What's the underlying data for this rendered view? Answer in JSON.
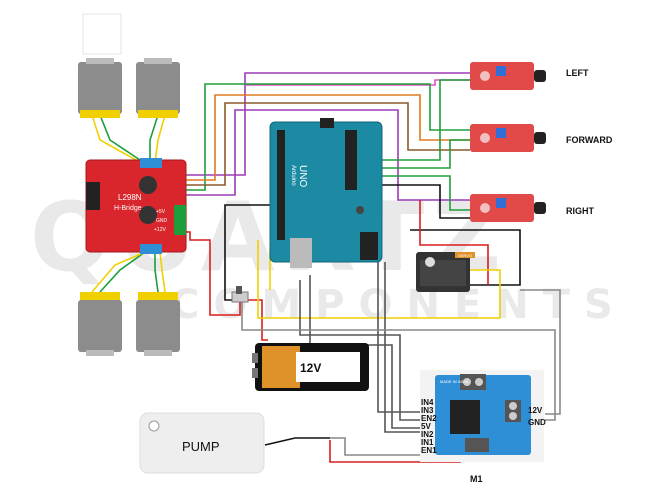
{
  "watermark": {
    "main": "QUARTZ",
    "sub": "COMPONENTS"
  },
  "sensors": [
    {
      "label": "LEFT"
    },
    {
      "label": "FORWARD"
    },
    {
      "label": "RIGHT"
    }
  ],
  "motor_driver": {
    "title": "L298N",
    "subtitle": "H-Bridge",
    "pins": [
      "+5V",
      "GND",
      "+12V"
    ]
  },
  "arduino": {
    "brand": "UNO",
    "sub": "Arduino"
  },
  "servo": {
    "label": "SERVO"
  },
  "battery": {
    "label": "12V"
  },
  "pump": {
    "label": "PUMP"
  },
  "relay_module": {
    "label": "M1",
    "brand": "MADE IN INDIA",
    "left_pins": [
      "IN4",
      "IN3",
      "EN2",
      "5V",
      "IN2",
      "IN1",
      "EN1"
    ],
    "right_pins": [
      "12V",
      "GND"
    ]
  },
  "colors": {
    "board_red": "#d9262c",
    "arduino_teal": "#1d8aa3",
    "driver_blue": "#2f8fd6",
    "motor_yellow": "#f0d000",
    "battery_orange": "#e0922a",
    "wire_purple": "#9c3bb5",
    "wire_green": "#1e9e3a",
    "wire_orange": "#e07a1f",
    "wire_brown": "#8b5a2b",
    "wire_red": "#d81e1e",
    "wire_yellow": "#f0d000",
    "wire_black": "#111111",
    "wire_pink": "#e050c8"
  }
}
